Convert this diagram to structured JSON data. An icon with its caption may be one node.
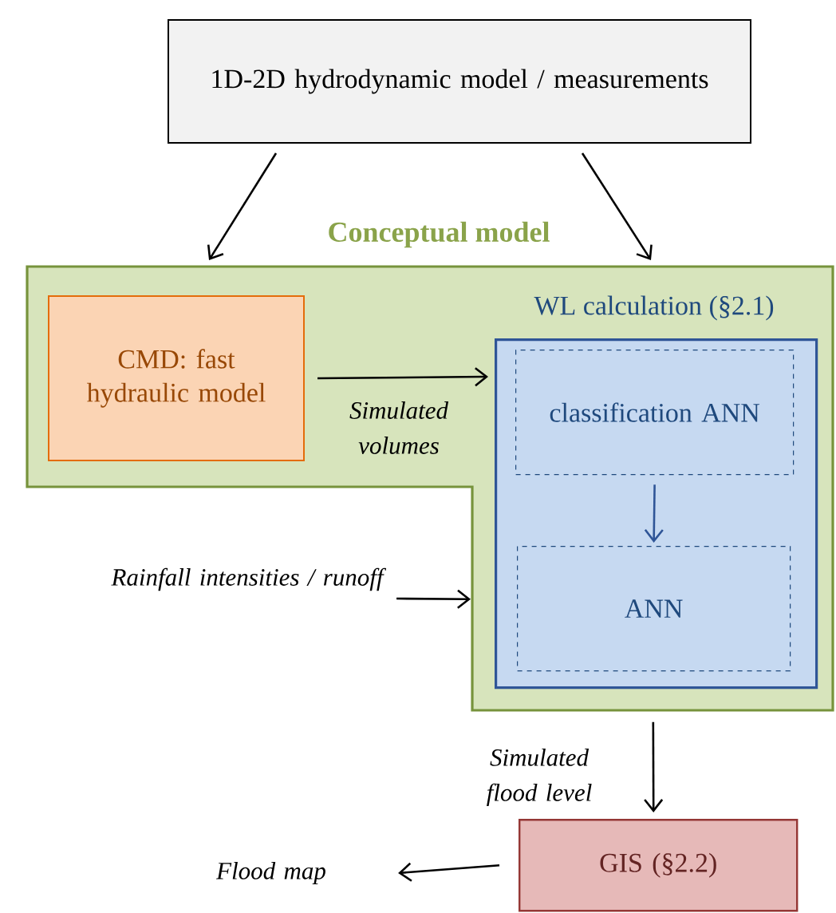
{
  "diagram": {
    "nodes": [
      {
        "text": [
          "1D-2D hydrodynamic model / measurements"
        ]
      },
      {
        "text": [
          "Conceptual model"
        ]
      },
      {
        "text": [
          "CMD: fast hydraulic model"
        ],
        "in": 1
      },
      {
        "text": [
          "WL calculation (§2.1)"
        ],
        "in": 1
      },
      {
        "text": [
          "classification ANN"
        ],
        "in": 3
      },
      {
        "text": [
          "ANN"
        ],
        "in": 3
      },
      {
        "text": [
          "Rainfall intensities / runoff"
        ]
      },
      {
        "text": [
          "GIS (§2.2)"
        ]
      },
      {
        "text": [
          "Flood map"
        ]
      }
    ],
    "edges": [
      {
        "from": 0,
        "to": 1,
        "arrow": "to"
      },
      {
        "from": 0,
        "to": 1,
        "arrow": "to"
      },
      {
        "from": 2,
        "to": 3,
        "arrow": "to",
        "label": "Simulated volumes"
      },
      {
        "from": 4,
        "to": 5,
        "arrow": "to",
        "color": "#2f5597"
      },
      {
        "from": 6,
        "to": 1,
        "arrow": "to"
      },
      {
        "from": 1,
        "to": 7,
        "arrow": "to",
        "label": "Simulated flood level"
      },
      {
        "from": 7,
        "to": 8,
        "arrow": "to"
      }
    ]
  }
}
